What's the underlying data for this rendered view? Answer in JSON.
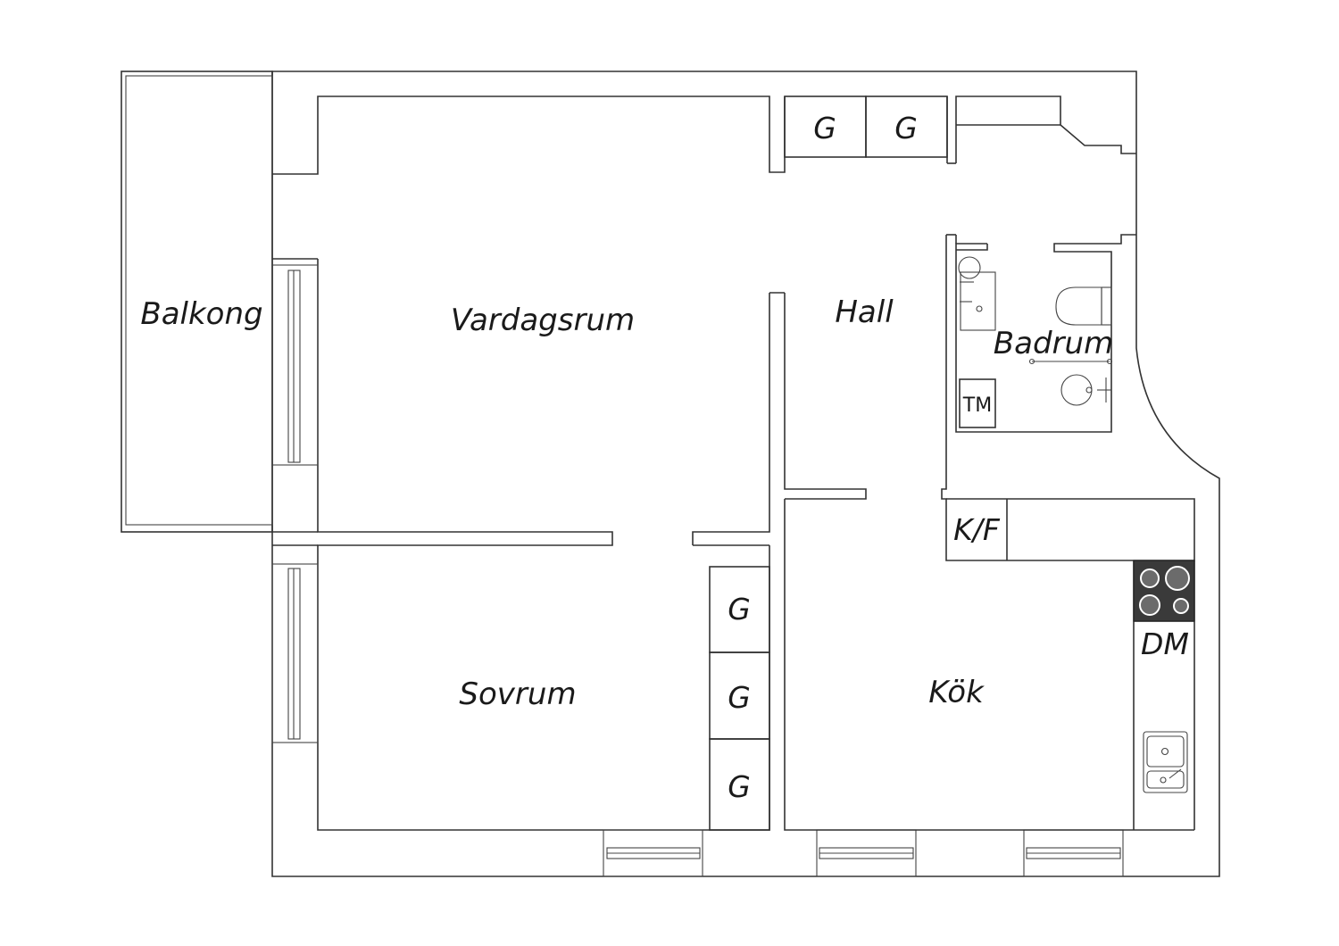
{
  "rooms": {
    "balcony": "Balkong",
    "living": "Vardagsrum",
    "hall": "Hall",
    "bathroom": "Badrum",
    "bedroom": "Sovrum",
    "kitchen": "Kök"
  },
  "fixtures": {
    "wardrobe": "G",
    "fridge_freezer": "K/F",
    "dishwasher": "DM",
    "washing_machine": "TM"
  },
  "colors": {
    "line": "#333333",
    "stove": "#3a3a3a"
  },
  "icons": [
    "window-icon",
    "toilet-icon",
    "washbasin-icon",
    "shower-icon",
    "stove-icon",
    "sink-icon",
    "wardrobe-icon"
  ]
}
